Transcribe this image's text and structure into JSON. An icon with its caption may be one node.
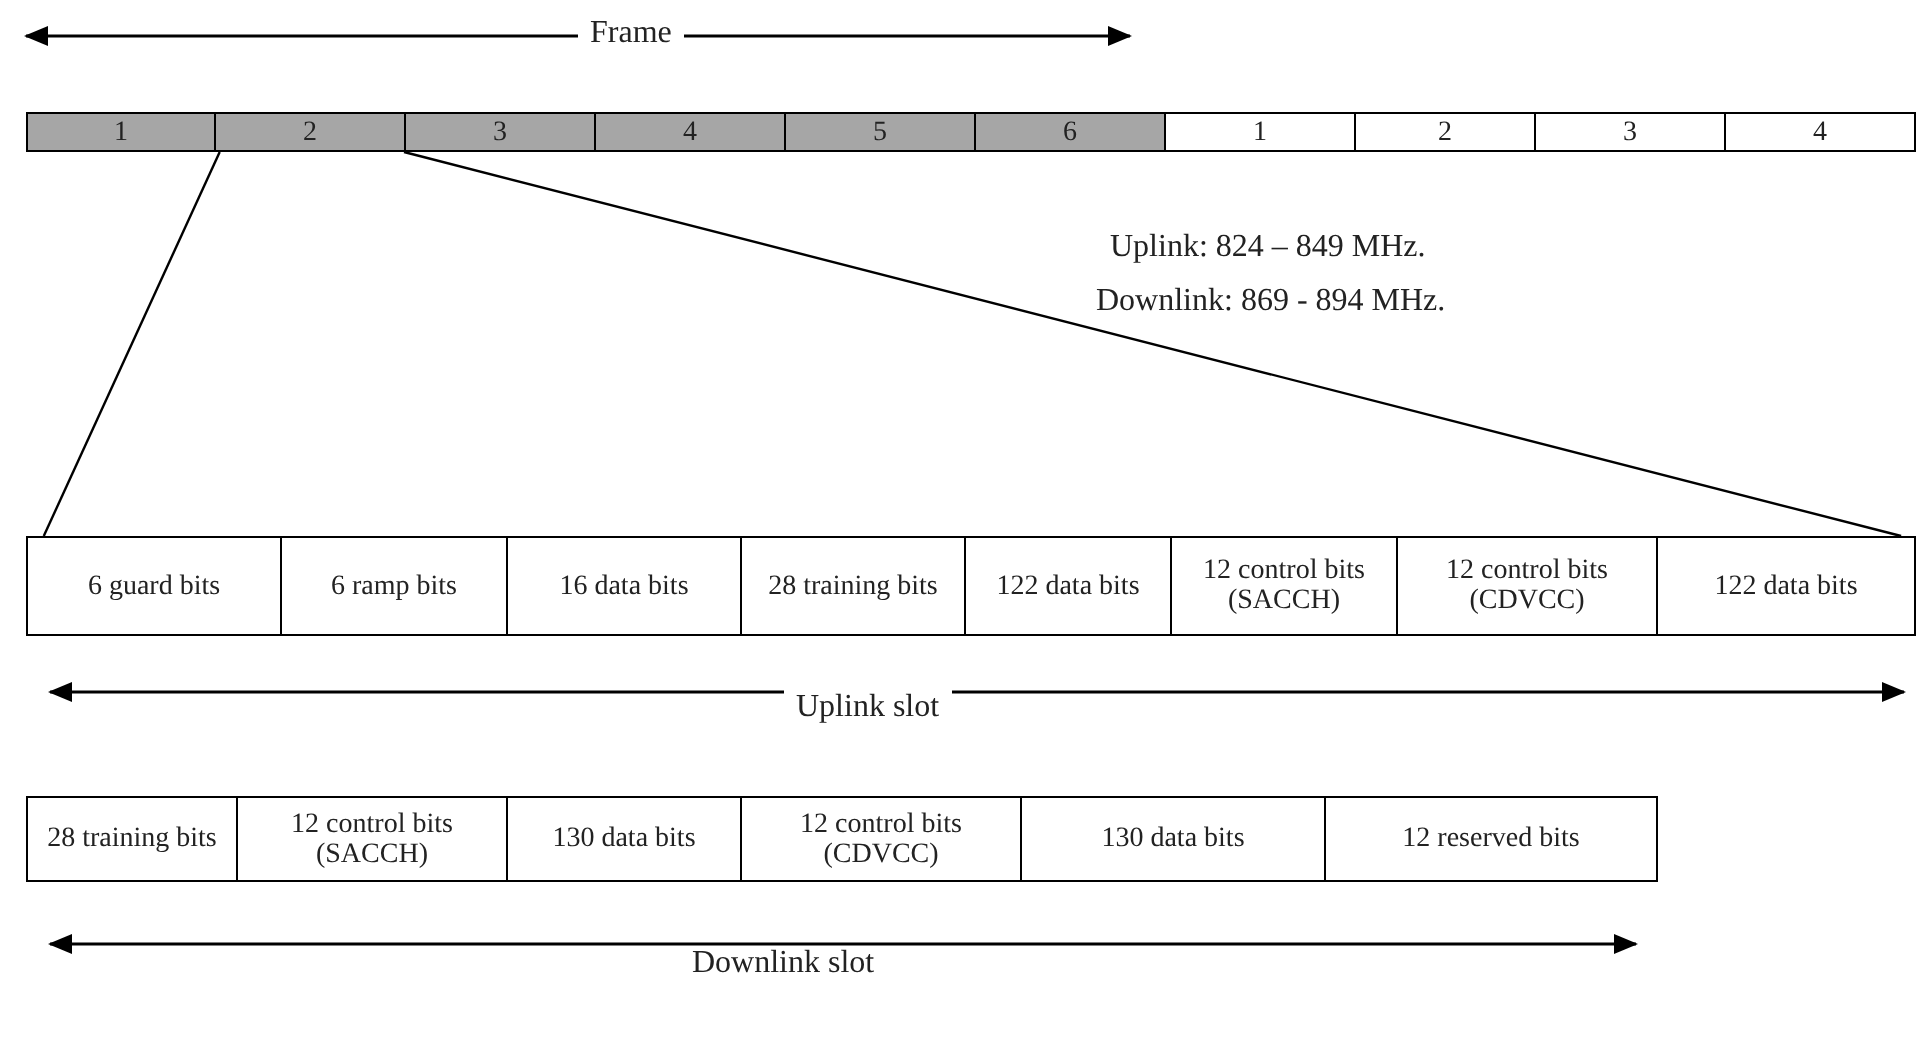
{
  "diagram": {
    "nodes": [
      {
        "text": [
          "1"
        ]
      },
      {
        "text": [
          "2"
        ]
      },
      {
        "text": [
          "3"
        ]
      },
      {
        "text": [
          "4"
        ]
      },
      {
        "text": [
          "5"
        ]
      },
      {
        "text": [
          "6"
        ]
      },
      {
        "text": [
          "1"
        ]
      },
      {
        "text": [
          "2"
        ]
      },
      {
        "text": [
          "3"
        ]
      },
      {
        "text": [
          "4"
        ]
      },
      {
        "text": [
          "6 guard bits"
        ]
      },
      {
        "text": [
          "6 ramp bits"
        ]
      },
      {
        "text": [
          "16 data bits"
        ]
      },
      {
        "text": [
          "28 training bits"
        ]
      },
      {
        "text": [
          "122 data bits"
        ]
      },
      {
        "text": [
          "12 control bits (SACCH)"
        ]
      },
      {
        "text": [
          "12 control bits (CDVCC)"
        ]
      },
      {
        "text": [
          "122 data bits"
        ]
      },
      {
        "text": [
          "28 training bits"
        ]
      },
      {
        "text": [
          "12 control bits (SACCH)"
        ]
      },
      {
        "text": [
          "130 data bits"
        ]
      },
      {
        "text": [
          "12 control bits (CDVCC)"
        ]
      },
      {
        "text": [
          "130 data bits"
        ]
      },
      {
        "text": [
          "12 reserved bits"
        ]
      }
    ],
    "edges": [
      {
        "from": 1,
        "to": 10,
        "arrow": "none"
      },
      {
        "from": 1,
        "to": 17,
        "arrow": "none"
      }
    ],
    "labels": [
      "Frame",
      "Uplink: 824 – 849 MHz.",
      "Downlink: 869 - 894 MHz.",
      "Uplink slot",
      "Downlink slot"
    ]
  }
}
